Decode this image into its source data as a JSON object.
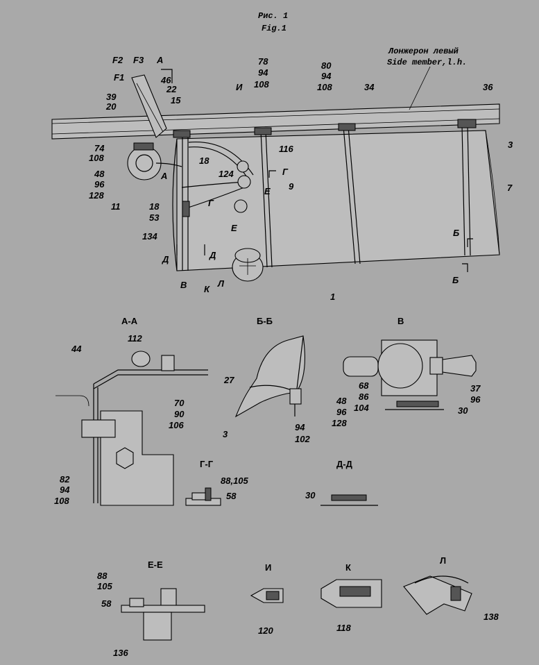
{
  "figure": {
    "title_ru": "Рис. 1",
    "title_en": "Fig.1",
    "member_ru": "Лонжерон левый",
    "member_en": "Side member,l.h."
  },
  "main_labels": {
    "F2": "F2",
    "F3": "F3",
    "A_arrow": "A",
    "F1": "F1",
    "n46": "46",
    "n39": "39",
    "n22": "22",
    "n20": "20",
    "n15": "15",
    "n74": "74",
    "n108a": "108",
    "n48": "48",
    "n96": "96",
    "n128": "128",
    "n11": "11",
    "n18a": "18",
    "n18b": "18",
    "n53": "53",
    "n134": "134",
    "A_mid": "А",
    "n78": "78",
    "n94a": "94",
    "n108b": "108",
    "I_mark": "И",
    "n80": "80",
    "n94b": "94",
    "n108c": "108",
    "n34": "34",
    "n36": "36",
    "n3": "3",
    "n116": "116",
    "G_mark1": "Г",
    "n124": "124",
    "E_mark1": "Е",
    "n9": "9",
    "G_mark2": "Г",
    "E_mark2": "Е",
    "n7": "7",
    "B_mark1": "Б",
    "B_mark2": "Б",
    "D_mark1": "Д",
    "D_mark2": "Д",
    "V_mark": "В",
    "K_mark": "К",
    "L_mark": "Л",
    "n1": "1"
  },
  "views": {
    "AA": {
      "title": "А-А",
      "labels": {
        "n112": "112",
        "n44": "44",
        "n70": "70",
        "n90": "90",
        "n106": "106",
        "n82": "82",
        "n94": "94",
        "n108": "108"
      }
    },
    "BB": {
      "title": "Б-Б",
      "labels": {
        "n27": "27",
        "n3": "3",
        "n94": "94",
        "n102": "102"
      }
    },
    "V": {
      "title": "В",
      "labels": {
        "n68": "68",
        "n86": "86",
        "n104": "104",
        "n48": "48",
        "n96a": "96",
        "n128": "128",
        "n37": "37",
        "n96b": "96",
        "n30": "30"
      }
    },
    "GG": {
      "title": "Г-Г",
      "labels": {
        "n88_105": "88,105",
        "n58": "58"
      }
    },
    "DD": {
      "title": "Д-Д",
      "labels": {
        "n30": "30"
      }
    },
    "EE": {
      "title": "Е-Е",
      "labels": {
        "n88": "88",
        "n105": "105",
        "n58": "58",
        "n136": "136"
      }
    },
    "I": {
      "title": "И",
      "labels": {
        "n120": "120"
      }
    },
    "K": {
      "title": "К",
      "labels": {
        "n118": "118"
      }
    },
    "L": {
      "title": "Л",
      "labels": {
        "n138": "138"
      }
    }
  }
}
